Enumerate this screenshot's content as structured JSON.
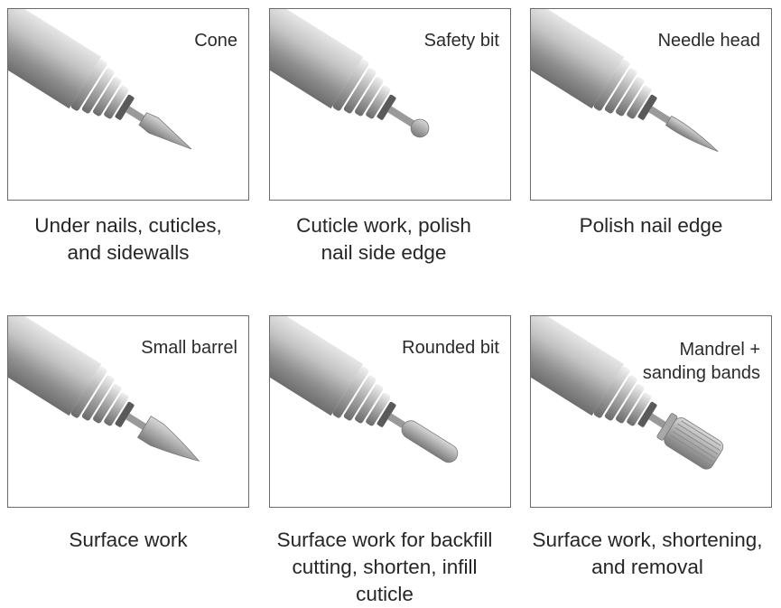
{
  "colors": {
    "border": "#6b6b6b",
    "metal": "#b9b9b9",
    "text": "#262626"
  },
  "items": [
    {
      "label": "Cone",
      "caption": "Under nails, cuticles,\nand sidewalls",
      "icon": "cone-bit"
    },
    {
      "label": "Safety bit",
      "caption": "Cuticle work, polish\nnail side edge",
      "icon": "safety-bit"
    },
    {
      "label": "Needle head",
      "caption": "Polish nail edge",
      "icon": "needle-bit"
    },
    {
      "label": "Small barrel",
      "caption": "Surface work",
      "icon": "small-barrel-bit"
    },
    {
      "label": "Rounded bit",
      "caption": "Surface work for backfill\ncutting, shorten, infill\ncuticle",
      "icon": "rounded-bit"
    },
    {
      "label": "Mandrel +\nsanding bands",
      "caption": "Surface work, shortening,\nand removal",
      "icon": "mandrel-bit"
    }
  ]
}
